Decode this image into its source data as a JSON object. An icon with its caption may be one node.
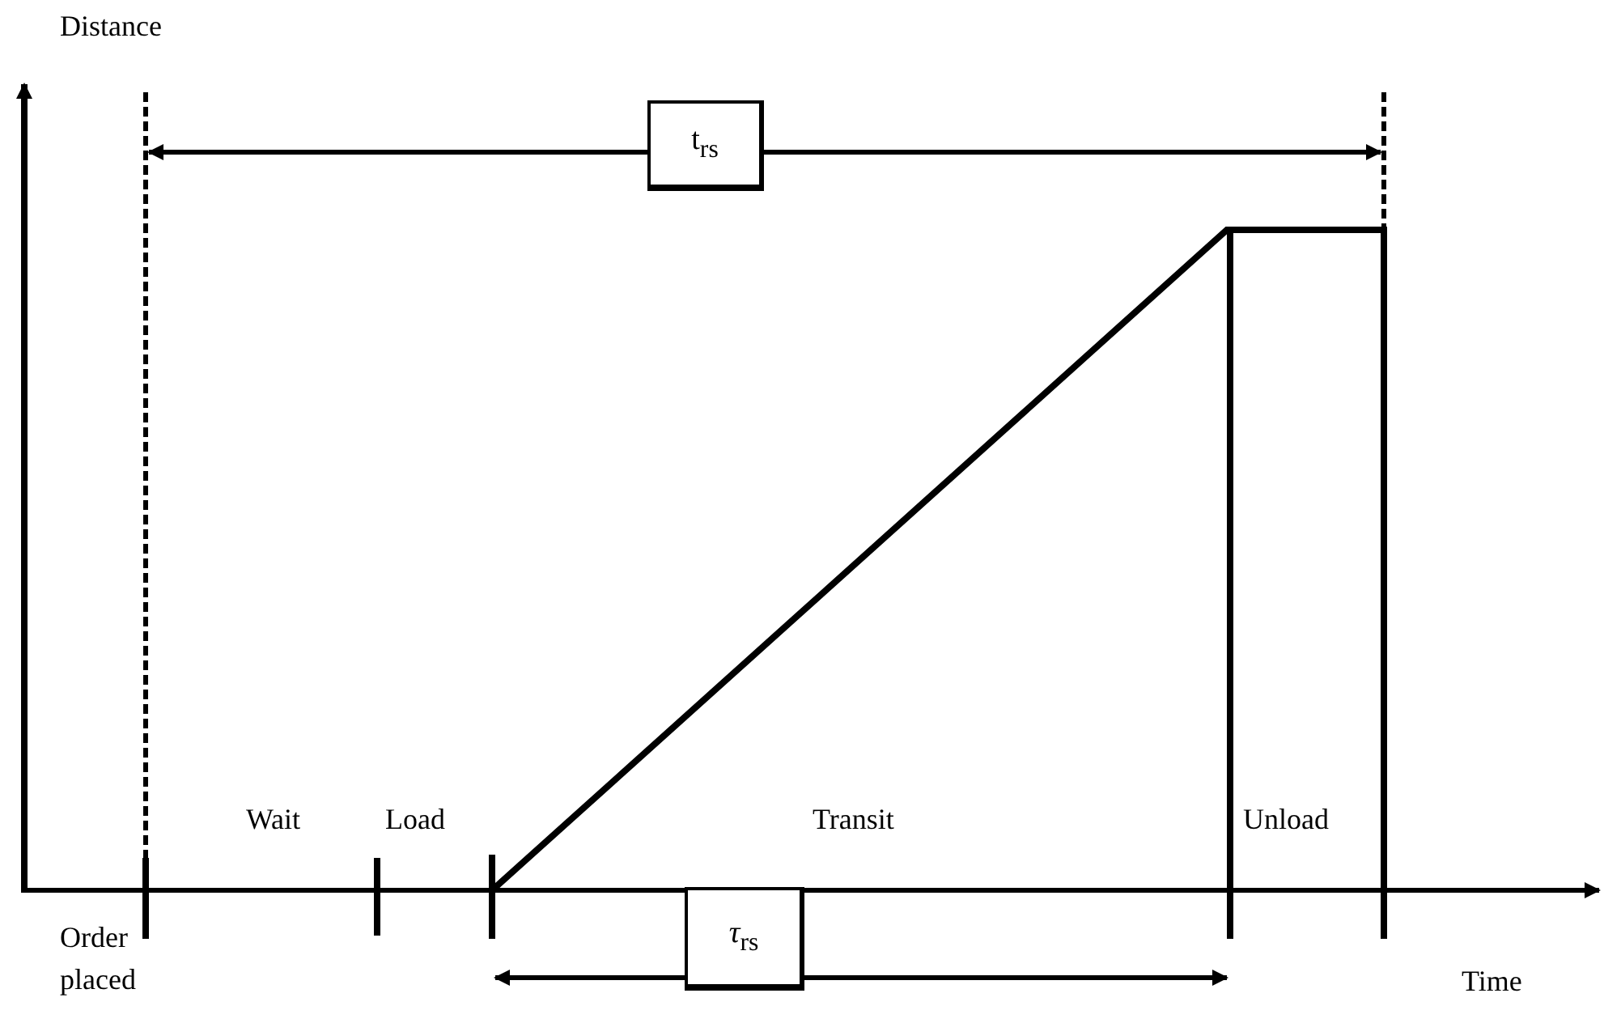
{
  "diagram": {
    "nodes": [
      {
        "text": [
          "t$_{rs}$"
        ]
      },
      {
        "text": [
          "*τ*$_{rs}$"
        ]
      }
    ],
    "labels": [
      "Distance",
      "Wait",
      "Load",
      "Transit",
      "Unload",
      "Order placed",
      "Time"
    ]
  }
}
